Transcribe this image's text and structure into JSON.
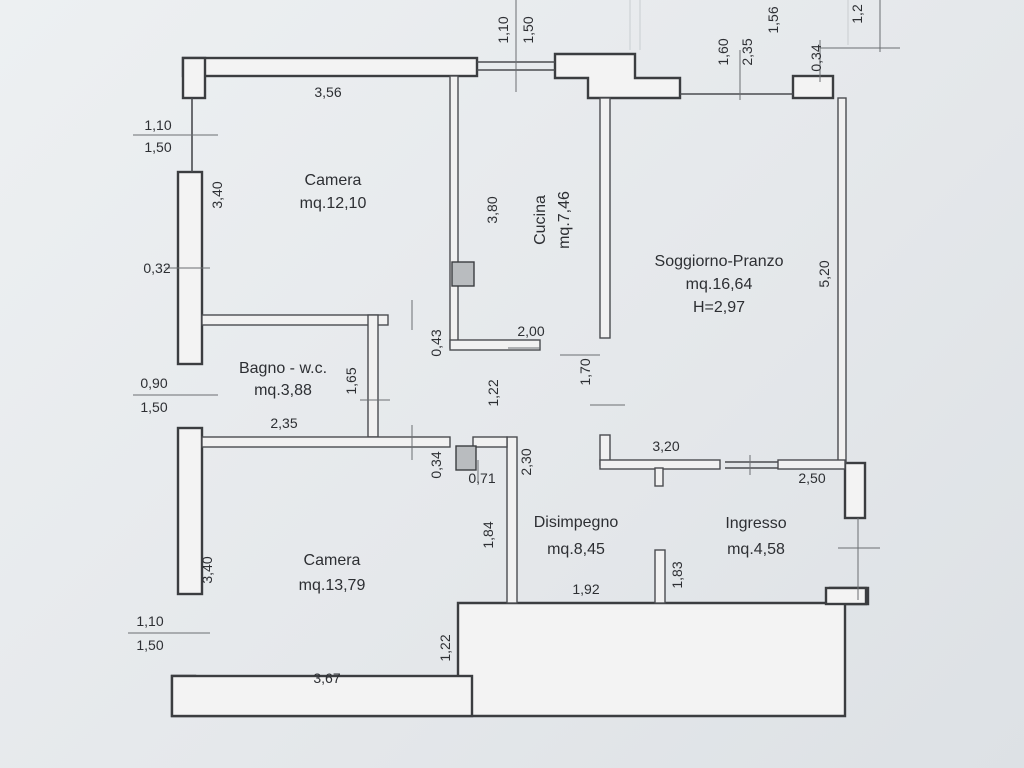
{
  "rooms": {
    "camera_top": {
      "name": "Camera",
      "area": "mq.12,10"
    },
    "cucina": {
      "name": "Cucina",
      "area": "mq.7,46"
    },
    "soggiorno": {
      "name": "Soggiorno-Pranzo",
      "area": "mq.16,64",
      "height": "H=2,97"
    },
    "bagno": {
      "name": "Bagno - w.c.",
      "area": "mq.3,88"
    },
    "disimpegno": {
      "name": "Disimpegno",
      "area": "mq.8,45"
    },
    "ingresso": {
      "name": "Ingresso",
      "area": "mq.4,58"
    },
    "camera_bottom": {
      "name": "Camera",
      "area": "mq.13,79"
    }
  },
  "dimensions": {
    "top_window_1": "1,10",
    "top_window_2": "1,50",
    "top_right_1": "1,60",
    "top_right_2": "2,35",
    "top_right_3": "1,56",
    "top_right_4": "1,2",
    "top_right_5": "0,34",
    "camera_top_width": "3,56",
    "left_window_top_1": "1,10",
    "left_window_top_2": "1,50",
    "camera_top_height": "3,40",
    "left_wall": "0,32",
    "left_window_mid_1": "0,90",
    "left_window_mid_2": "1,50",
    "left_window_bot_1": "1,10",
    "left_window_bot_2": "1,50",
    "camera_bottom_height": "3,40",
    "cucina_height": "3,80",
    "cucina_width": "2,00",
    "cucina_wall": "0,43",
    "soggiorno_height": "5,20",
    "soggiorno_width": "3,20",
    "soggiorno_side": "1,70",
    "ingresso_width": "2,50",
    "bagno_width": "2,35",
    "bagno_height": "1,65",
    "disimpegno_top": "1,22",
    "disimpegno_mid": "2,30",
    "disimpegno_left": "1,84",
    "disimpegno_width": "1,92",
    "ingresso_height": "1,83",
    "shaft_h": "0,34",
    "shaft_w": "0,71",
    "camera_bottom_width": "3,67",
    "camera_bottom_step": "1,22"
  }
}
